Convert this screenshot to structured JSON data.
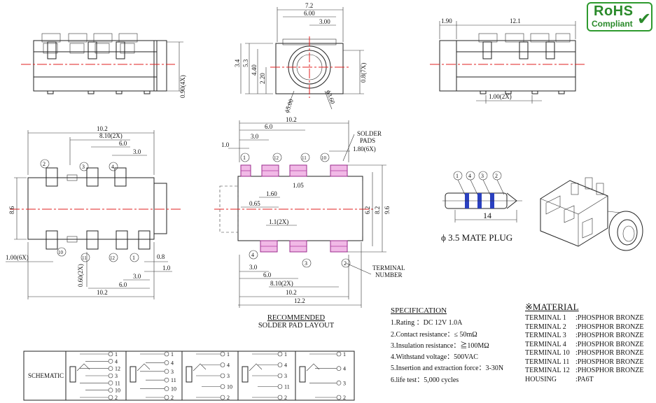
{
  "rohs": {
    "line1": "RoHS",
    "line2": "Compliant",
    "check_icon": "check-icon"
  },
  "top_view": {
    "dim_w1": "7.2",
    "dim_w2": "6.00",
    "dim_w3": "3.00",
    "dim_h1": "3.4",
    "dim_h2": "5.3",
    "dim_h3": "4.40",
    "dim_h4": "2.20",
    "dim_r": "0.8(7X)",
    "dia1": "ϕ5.00",
    "dia2": "ϕ3.60"
  },
  "left_view": {
    "dim_r": "0.90(4X)"
  },
  "right_view": {
    "dim_a": "1.90",
    "dim_b": "12.1",
    "dim_c": "1.00(2X)"
  },
  "plan_view": {
    "d1": "10.2",
    "d2": "8.10(2X)",
    "d3": "6.0",
    "d4": "3.0",
    "d5": "8.6",
    "d6": "1.00(6X)",
    "d7": "0.60(2X)",
    "d8": "0.8",
    "d9": "1.0",
    "d10": "3.0",
    "d11": "6.0",
    "d12": "10.2",
    "n2": "2",
    "n3": "3",
    "n4": "4",
    "n10": "10",
    "n11": "11",
    "n12": "12",
    "n1": "1"
  },
  "pad_layout": {
    "d1": "10.2",
    "d2": "6.0",
    "d3": "3.0",
    "d4": "1.0",
    "solder": "SOLDER",
    "pads": "PADS",
    "d5": "1.80(6X)",
    "d6": "1.60",
    "d7": "1.05",
    "d8": "0.65",
    "d9": "6.2",
    "d10": "8.2",
    "d11": "9.6",
    "d12": "1.1(2X)",
    "d13": "3.0",
    "d14": "6.0",
    "d15": "8.10(2X)",
    "d16": "10.2",
    "d17": "12.2",
    "terminal": "TERMINAL",
    "number": "NUMBER",
    "n1": "1",
    "n2": "2",
    "n3": "3",
    "n4": "4",
    "n10": "10",
    "n11": "11",
    "n12": "12",
    "caption1": "RECOMMENDED",
    "caption2": "SOLDER PAD LAYOUT"
  },
  "plug": {
    "n1": "1",
    "n4": "4",
    "n3": "3",
    "n2": "2",
    "dim": "14",
    "caption": "ϕ 3.5 MATE PLUG"
  },
  "spec": {
    "title": "SPECIFICATION",
    "items": [
      "1.Rating ：DC 12V 1.0A",
      "2.Contact resistance：≤ 50mΩ",
      "3.Insulation resistance：≧100MΩ",
      "4.Withstand voltage：500VAC",
      "5.Insertion and extraction force：3-30N",
      "6.life test：5,000 cycles"
    ]
  },
  "material": {
    "title": "※MATERIAL",
    "rows": [
      {
        "k": "TERMINAL 1",
        "v": ":PHOSPHOR BRONZE"
      },
      {
        "k": "TERMINAL 2",
        "v": ":PHOSPHOR BRONZE"
      },
      {
        "k": "TERMINAL 3",
        "v": ":PHOSPHOR BRONZE"
      },
      {
        "k": "TERMINAL 4",
        "v": ":PHOSPHOR BRONZE"
      },
      {
        "k": "TERMINAL 10",
        "v": ":PHOSPHOR BRONZE"
      },
      {
        "k": "TERMINAL 11",
        "v": ":PHOSPHOR BRONZE"
      },
      {
        "k": "TERMINAL 12",
        "v": ":PHOSPHOR BRONZE"
      },
      {
        "k": "HOUSING",
        "v": ":PA6T"
      }
    ]
  },
  "schematic": {
    "label": "SCHEMATIC",
    "cells": [
      [
        "1",
        "4",
        "12",
        "3",
        "11",
        "10",
        "2"
      ],
      [
        "1",
        "4",
        "3",
        "11",
        "10",
        "2"
      ],
      [
        "1",
        "4",
        "3",
        "10",
        "2"
      ],
      [
        "1",
        "4",
        "3",
        "11",
        "2"
      ],
      [
        "1",
        "4",
        "3",
        "2"
      ]
    ]
  }
}
